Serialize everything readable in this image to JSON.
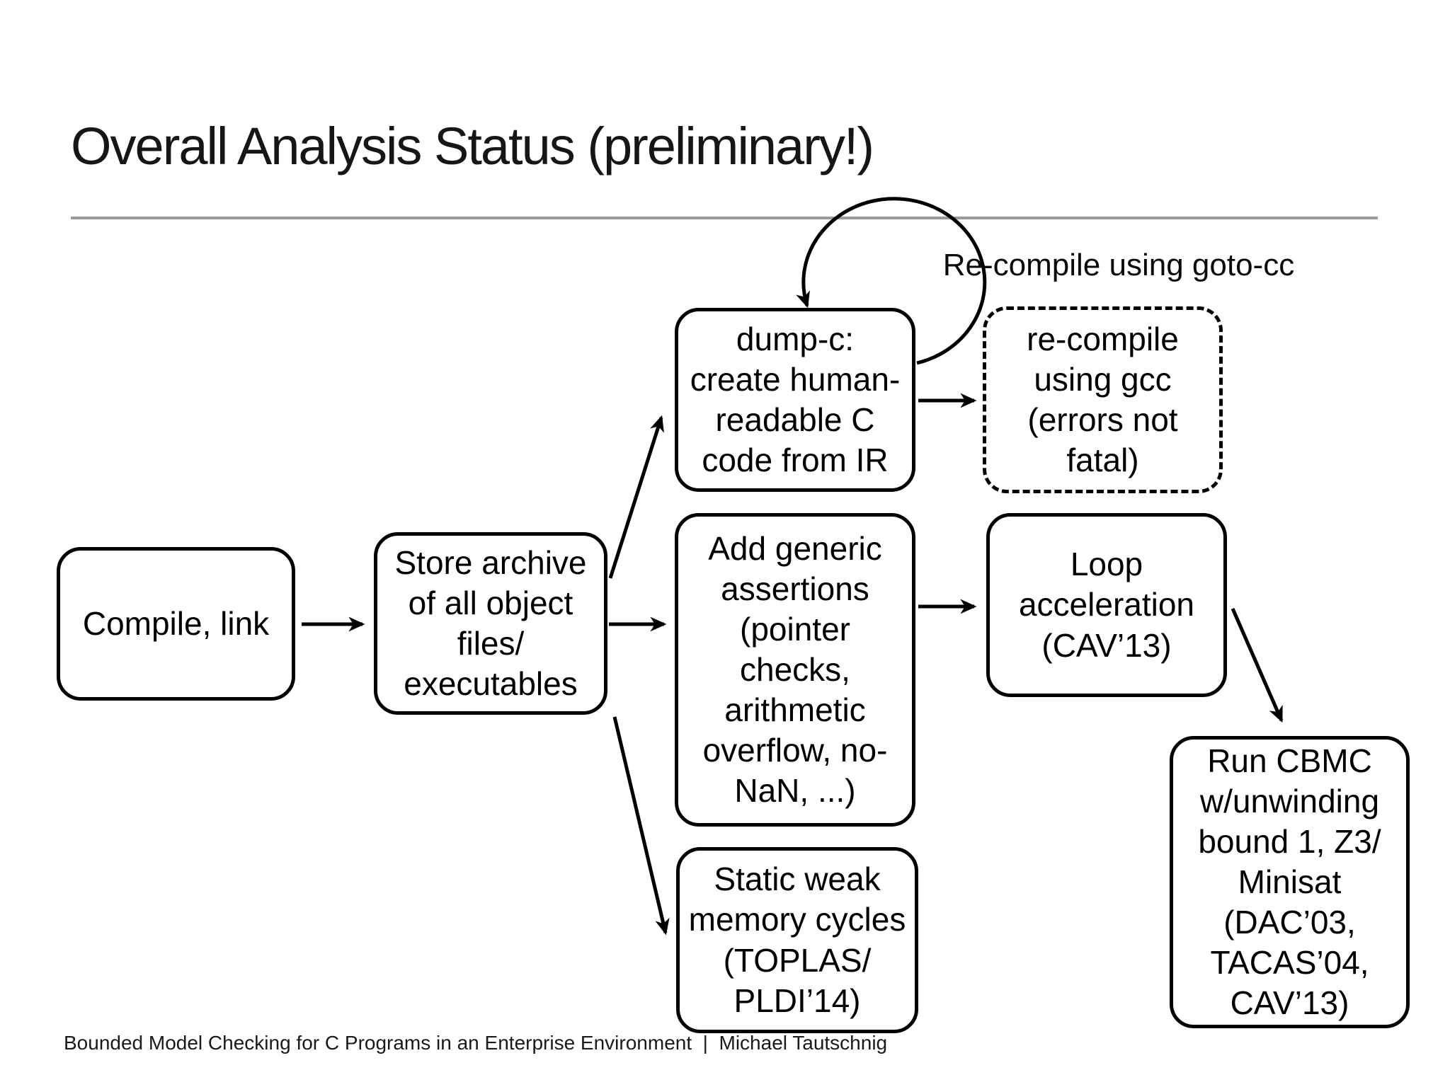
{
  "slide": {
    "title": "Overall Analysis Status (preliminary!)",
    "footer": "Bounded Model Checking for C Programs in an Enterprise Environment  |  Michael Tautschnig"
  },
  "diagram": {
    "loop_label": "Re-compile using goto-cc",
    "nodes": {
      "compile_link": "Compile, link",
      "store_archive": "Store archive\nof all object\nfiles/\nexecutables",
      "dump_c": "dump-c:\ncreate human-\nreadable C\ncode from IR",
      "recompile_gcc": "re-compile\nusing gcc\n(errors not\nfatal)",
      "add_assertions": "Add generic\nassertions\n(pointer\nchecks,\narithmetic\noverflow, no-\nNaN, ...)",
      "loop_acceleration": "Loop\nacceleration\n(CAV’13)",
      "static_weak": "Static weak\nmemory cycles\n(TOPLAS/\nPLDI’14)",
      "run_cbmc": "Run CBMC\nw/unwinding\nbound 1, Z3/\nMinisat\n(DAC’03,\nTACAS’04,\nCAV’13)"
    },
    "colors": {
      "stroke": "#000000",
      "background": "#ffffff",
      "divider": "#9a9a9a"
    }
  }
}
